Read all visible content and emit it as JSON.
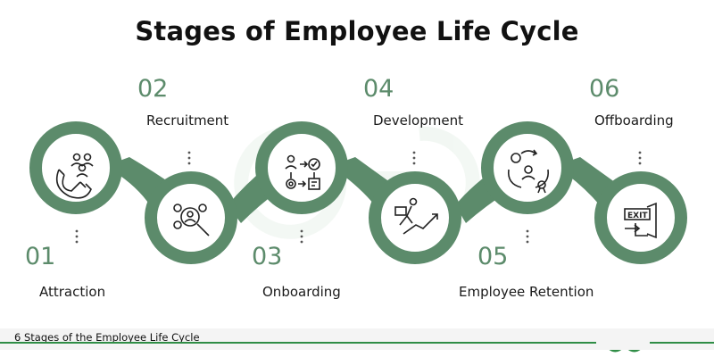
{
  "title": "Stages of Employee Life Cycle",
  "stages": [
    {
      "number": "01",
      "label": "Attraction",
      "icon": "magnet-people-icon"
    },
    {
      "number": "02",
      "label": "Recruitment",
      "icon": "candidate-search-icon"
    },
    {
      "number": "03",
      "label": "Onboarding",
      "icon": "process-flow-icon"
    },
    {
      "number": "04",
      "label": "Development",
      "icon": "growth-climb-icon"
    },
    {
      "number": "05",
      "label": "Employee Retention",
      "icon": "retention-hands-icon"
    },
    {
      "number": "06",
      "label": "Offboarding",
      "icon": "exit-door-icon"
    }
  ],
  "footer": {
    "caption": "6 Stages of the Employee Life Cycle",
    "logo": "GG"
  },
  "colors": {
    "accent": "#5c8b6b",
    "footer_line": "#2f8d46",
    "logo": "#2f8d46"
  }
}
